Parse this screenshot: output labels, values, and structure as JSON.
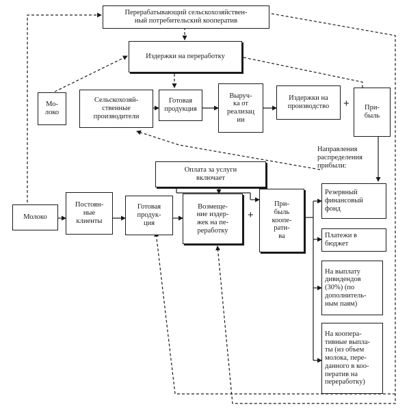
{
  "boxes": {
    "cooperative": "Перерабатывающий сельскохозяйствен-\nный потребительский кооператив",
    "processing_costs": "Издержки на переработку",
    "milk_top": "Мо-\nлоко",
    "farmers": "Сельскохозяй-\nственные\nпроизводители",
    "finished_top": "Готовая\nпродукция",
    "revenue": "Выруч-\nка от\nреализац\nии",
    "production_costs": "Издержки на\nпроизводство",
    "profit_top": "При-\nбыль",
    "services_payment": "Оплата за услуги\nвключает",
    "milk_left": "Молоко",
    "regular_clients": "Постоян-\nные\nклиенты",
    "finished_mid": "Готовая\nпродук-\nция",
    "reimbursement": "Возмеще-\nние издер-\nжек на пе-\nреработку",
    "coop_profit": "При-\nбыль\nкоопе-\nрати-\nва",
    "reserve_fund": "Резервный\nфинансовый\nфонд",
    "budget": "Платежи в\nбюджет",
    "dividends": "На выплату\nдивидендов\n(30%) (по\nдополнитель-\nным паям)",
    "coop_payments": "На коопера-\nтивные выпла-\nты (из объем\nмолока, пере-\nданного в коо-\nператив на\nпереработку)"
  },
  "labels": {
    "profit_directions": "Направления\nраспределения\nприбыли:"
  },
  "symbols": {
    "plus": "+"
  }
}
